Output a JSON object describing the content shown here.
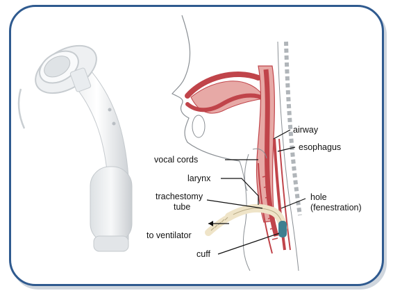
{
  "diagram": {
    "labels": {
      "airway": "airway",
      "esophagus": "esophagus",
      "vocal_cords": "vocal cords",
      "larynx": "larynx",
      "trach_line1": "trachestomy",
      "trach_line2": "tube",
      "hole_line1": "hole",
      "hole_line2": "(fenestration)",
      "ventilator": "to ventilator",
      "cuff": "cuff"
    },
    "colors": {
      "frame_border": "#2f5a8f",
      "airway_red": "#c0444a",
      "tissue_pink": "#e7a9a6",
      "tube_cream": "#efe4c8",
      "cuff_teal": "#3f7f90"
    }
  }
}
